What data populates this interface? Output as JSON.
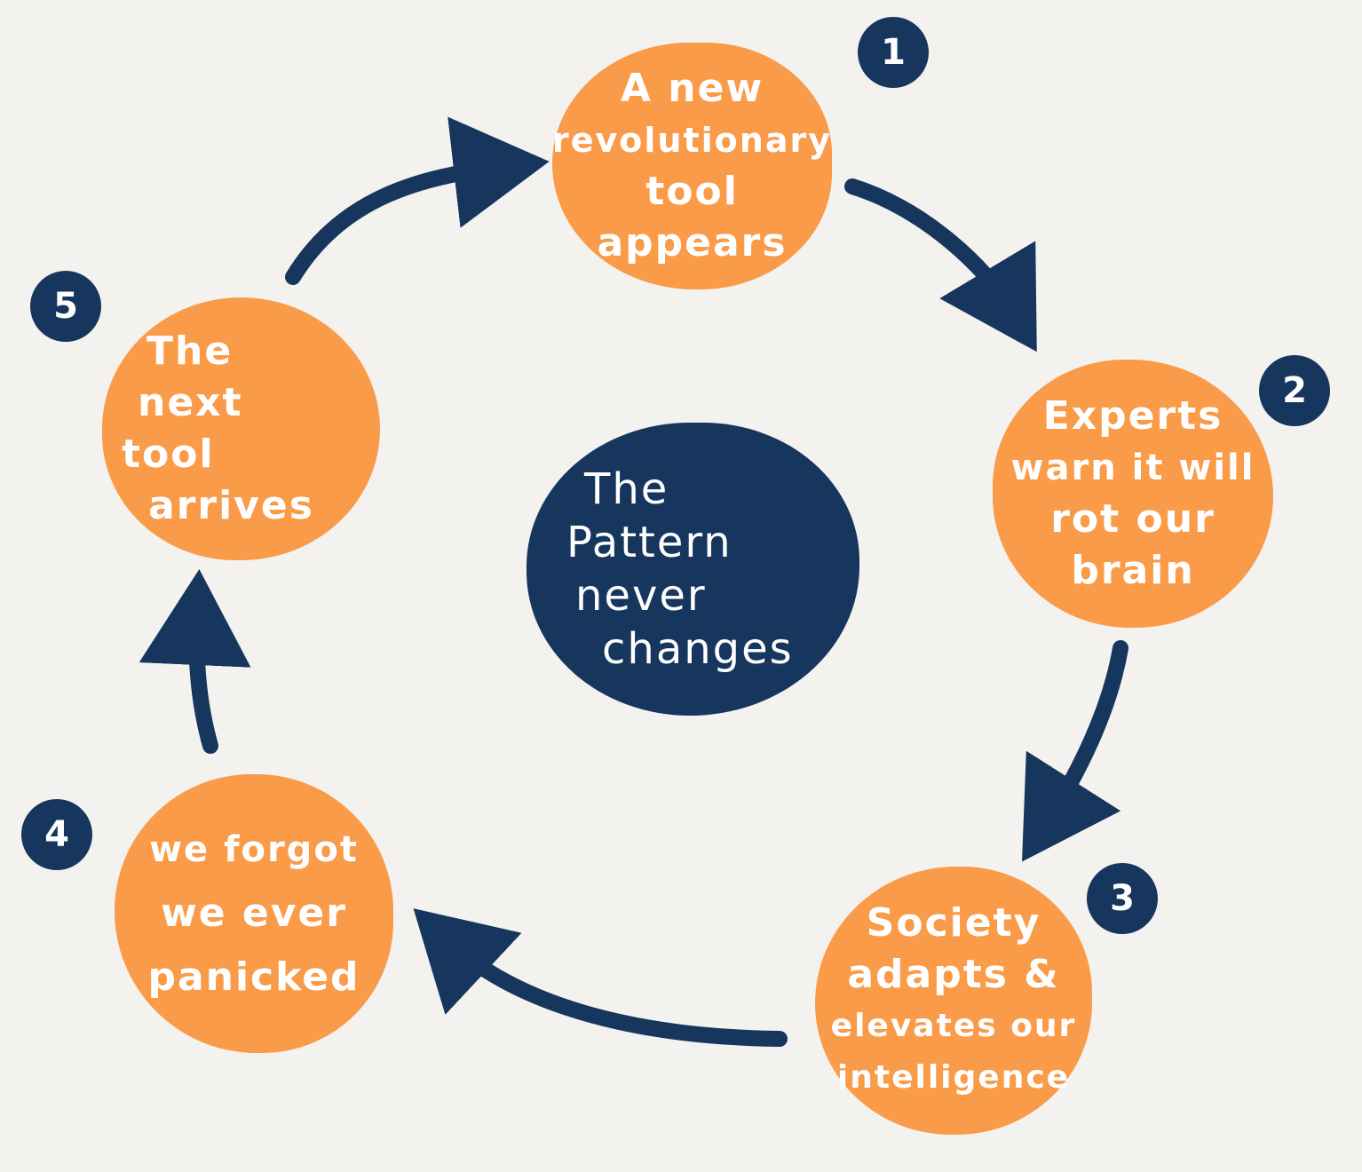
{
  "colors": {
    "background": "#f4f2ef",
    "bubble": "#f99b48",
    "navy": "#16365d",
    "text": "#ffffff"
  },
  "center": {
    "lines": [
      "The",
      "Pattern",
      "never",
      "changes"
    ]
  },
  "steps": [
    {
      "number": "1",
      "lines": [
        "A new",
        "revolutionary",
        "tool",
        "appears"
      ]
    },
    {
      "number": "2",
      "lines": [
        "Experts",
        "warn it will",
        "rot our",
        "brain"
      ]
    },
    {
      "number": "3",
      "lines": [
        "Society",
        "adapts &",
        "elevates our",
        "intelligence"
      ]
    },
    {
      "number": "4",
      "lines": [
        "we forgot",
        "we ever",
        "panicked"
      ]
    },
    {
      "number": "5",
      "lines": [
        "The",
        "next",
        "tool",
        "arrives"
      ]
    }
  ]
}
